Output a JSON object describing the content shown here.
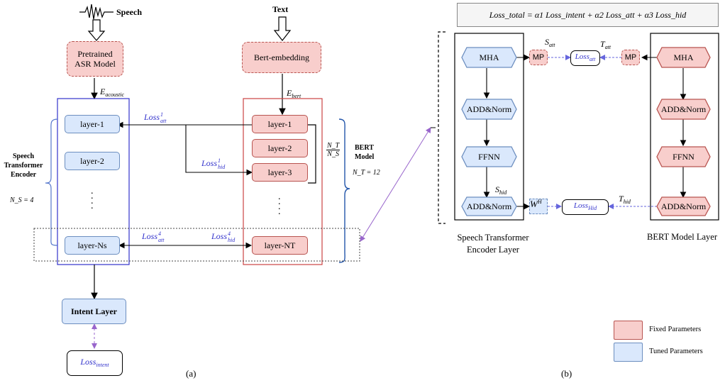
{
  "panel_a": {
    "speech_label": "Speech",
    "text_label": "Text",
    "asr_model": "Pretrained ASR Model",
    "bert_embedding": "Bert-embedding",
    "e_acoustic": "acoustic",
    "e_bert": "bert",
    "speech_layers": [
      "layer-1",
      "layer-2",
      "layer-Ns"
    ],
    "bert_layers": [
      "layer-1",
      "layer-2",
      "layer-3",
      "layer-NT"
    ],
    "speech_encoder_label": "Speech Transformer Encoder",
    "ns_label": "N_S = 4",
    "bert_model_label": "BERT Model",
    "nt_label": "N_T = 12",
    "ratio_num": "N_T",
    "ratio_den": "N_S",
    "loss_att_1": {
      "base": "Loss",
      "sup": "1",
      "sub": "att"
    },
    "loss_hid_1": {
      "base": "Loss",
      "sup": "1",
      "sub": "hid"
    },
    "loss_att_4": {
      "base": "Loss",
      "sup": "4",
      "sub": "att"
    },
    "loss_hid_4": {
      "base": "Loss",
      "sup": "4",
      "sub": "hid"
    },
    "intent_layer": "Intent Layer",
    "loss_intent": {
      "base": "Loss",
      "sub": "intent"
    },
    "caption": "(a)"
  },
  "panel_b": {
    "formula": "Loss_total = α1 Loss_intent + α2 Loss_att + α3 Loss_hid",
    "speech_blocks": [
      "MHA",
      "ADD&Norm",
      "FFNN",
      "ADD&Norm"
    ],
    "bert_blocks": [
      "MHA",
      "ADD&Norm",
      "FFNN",
      "ADD&Norm"
    ],
    "mp_label": "MP",
    "s_att": {
      "base": "S",
      "sub": "att"
    },
    "t_att": {
      "base": "T",
      "sub": "att"
    },
    "s_hid": {
      "base": "S",
      "sub": "hid"
    },
    "t_hid": {
      "base": "T",
      "sub": "hid"
    },
    "loss_att": {
      "base": "Loss",
      "sub": "att"
    },
    "loss_hid": {
      "base": "Loss",
      "sub": "Hid"
    },
    "w_h": {
      "base": "W",
      "sup": "H"
    },
    "speech_layer_caption": "Speech Transformer Encoder Layer",
    "bert_layer_caption": "BERT Model Layer",
    "caption": "(b)"
  },
  "legend": {
    "fixed": "Fixed Parameters",
    "tuned": "Tuned Parameters",
    "fixed_color": "#f8cecc",
    "tuned_color": "#dae8fc"
  },
  "colors": {
    "blue_fill": "#dae8fc",
    "blue_stroke": "#6c8ebf",
    "red_fill": "#f8cecc",
    "red_stroke": "#b85450",
    "loss_text": "#3333cc",
    "link_purple": "#9966cc"
  }
}
